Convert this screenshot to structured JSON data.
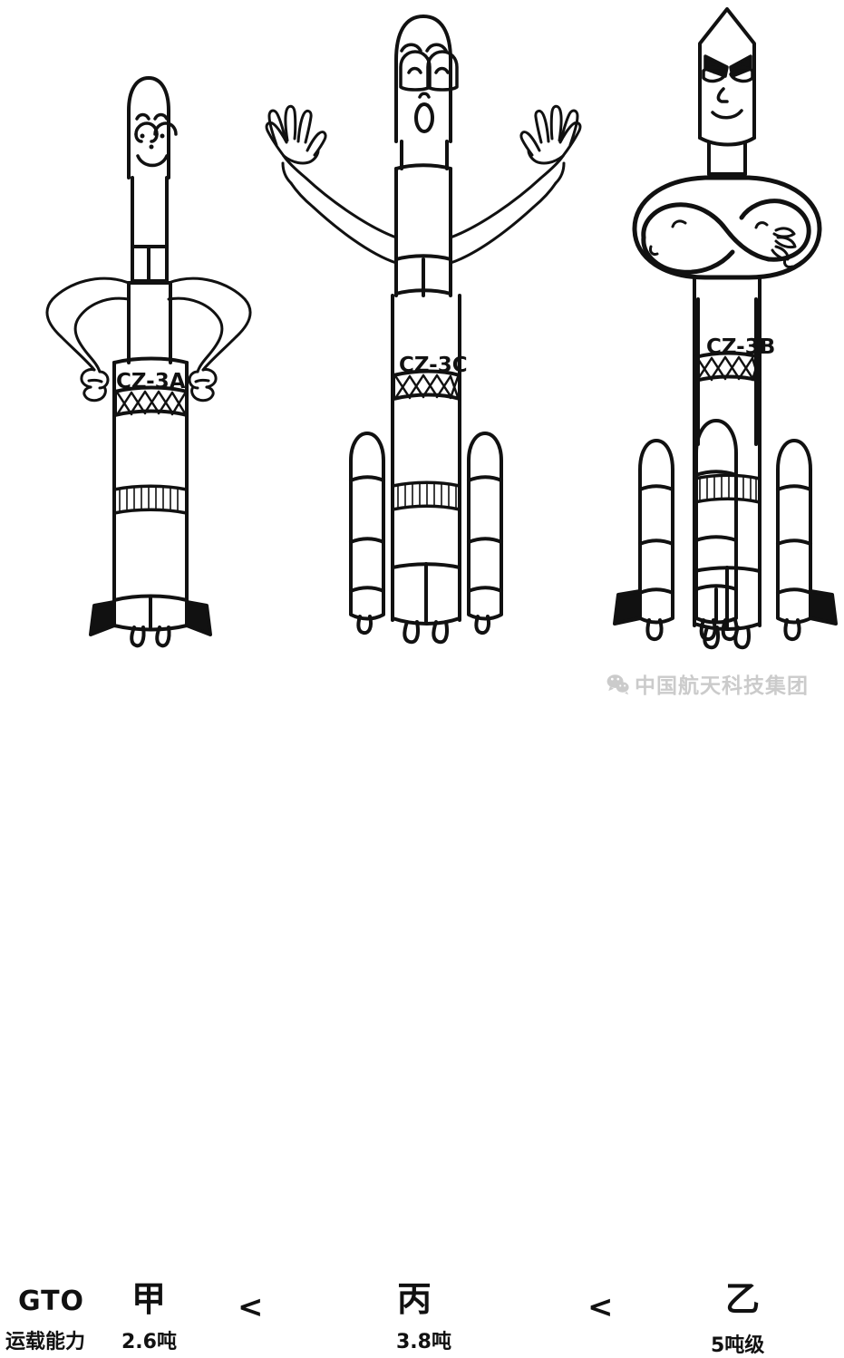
{
  "figure": {
    "title_row": {
      "metric_label": "GTO",
      "metric_sublabel": "运载能力"
    },
    "comparators": [
      "<",
      "<"
    ],
    "rockets": [
      {
        "id": "cz-3a",
        "body_label": "CZ-3A",
        "nickname": "甲",
        "capacity": "2.6吨",
        "pose": "hands-on-hips",
        "face": "smiling",
        "boosters": 0
      },
      {
        "id": "cz-3c",
        "body_label": "CZ-3C",
        "nickname": "丙",
        "capacity": "3.8吨",
        "pose": "arms-raised",
        "face": "surprised",
        "boosters": 2
      },
      {
        "id": "cz-3b",
        "body_label": "CZ-3B",
        "nickname": "乙",
        "capacity": "5吨级",
        "pose": "arms-crossed",
        "face": "confident",
        "boosters": 4
      }
    ]
  },
  "watermark": {
    "text": "中国航天科技集团",
    "icon": "wechat-logo-icon"
  },
  "colors": {
    "ink": "#111111",
    "background": "#ffffff",
    "watermark": "#555555"
  }
}
